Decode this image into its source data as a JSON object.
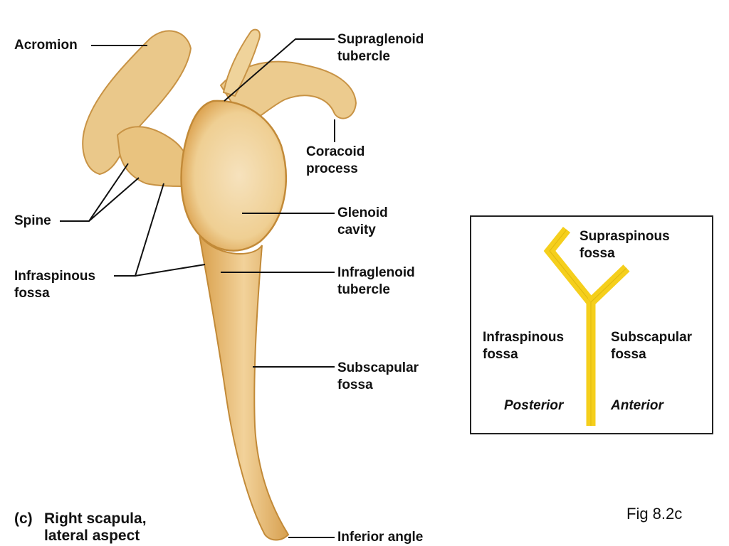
{
  "labels": {
    "acromion": "Acromion",
    "supraglenoid": [
      "Supraglenoid",
      "tubercle"
    ],
    "coracoid": [
      "Coracoid",
      "process"
    ],
    "spine": "Spine",
    "glenoid": [
      "Glenoid",
      "cavity"
    ],
    "infraspinous": [
      "Infraspinous",
      "fossa"
    ],
    "infraglenoid": [
      "Infraglenoid",
      "tubercle"
    ],
    "subscapular": [
      "Subscapular",
      "fossa"
    ],
    "inferior_angle": "Inferior angle"
  },
  "caption": {
    "prefix": "(c)",
    "line1": "Right scapula,",
    "line2": "lateral aspect"
  },
  "figure_ref": "Fig 8.2c",
  "inset": {
    "supraspinous": [
      "Supraspinous",
      "fossa"
    ],
    "infraspinous": [
      "Infraspinous",
      "fossa"
    ],
    "subscapular": [
      "Subscapular",
      "fossa"
    ],
    "posterior": "Posterior",
    "anterior": "Anterior"
  },
  "colors": {
    "bone_light": "#f3d9a4",
    "bone_mid": "#e8bd6c",
    "bone_dark": "#c98f3a",
    "inset_y": "#f5cf1c"
  }
}
